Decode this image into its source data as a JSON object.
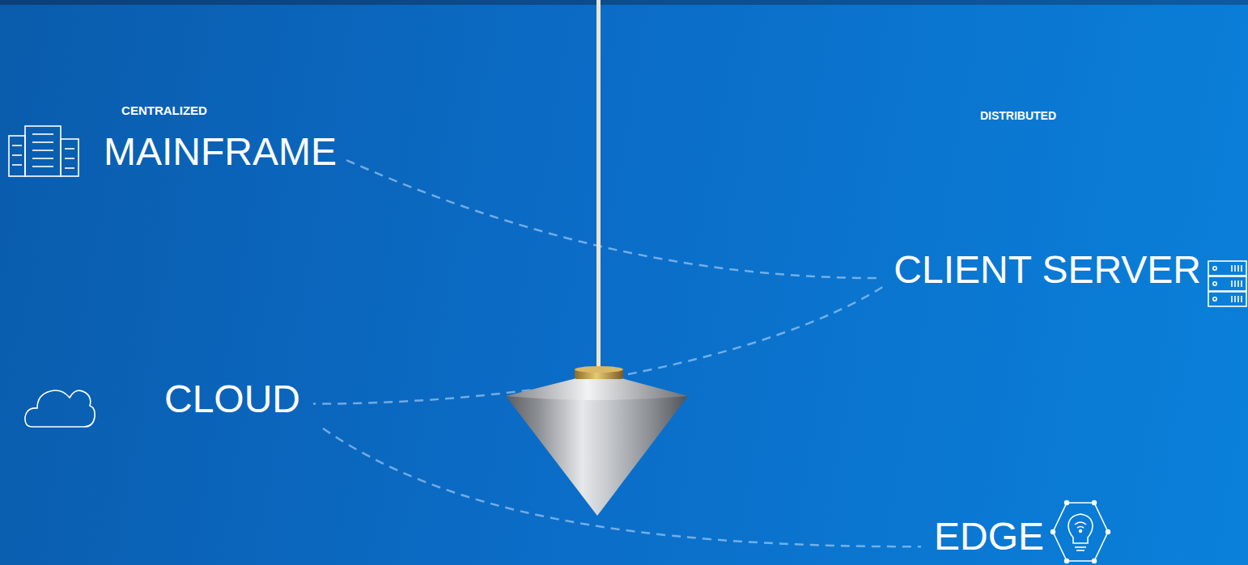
{
  "diagram": {
    "nodes": [
      {
        "text": [
          "MAINFRAME"
        ]
      },
      {
        "text": [
          "CLIENT SERVER"
        ]
      },
      {
        "text": [
          "CLOUD"
        ]
      },
      {
        "text": [
          "EDGE"
        ]
      }
    ],
    "edges": [
      {
        "from": 0,
        "to": 1,
        "arrow": "none"
      },
      {
        "from": 1,
        "to": 2,
        "arrow": "none"
      },
      {
        "from": 2,
        "to": 3,
        "arrow": "none"
      }
    ],
    "labels": [
      "CENTRALIZED",
      "DISTRIBUTED"
    ]
  }
}
